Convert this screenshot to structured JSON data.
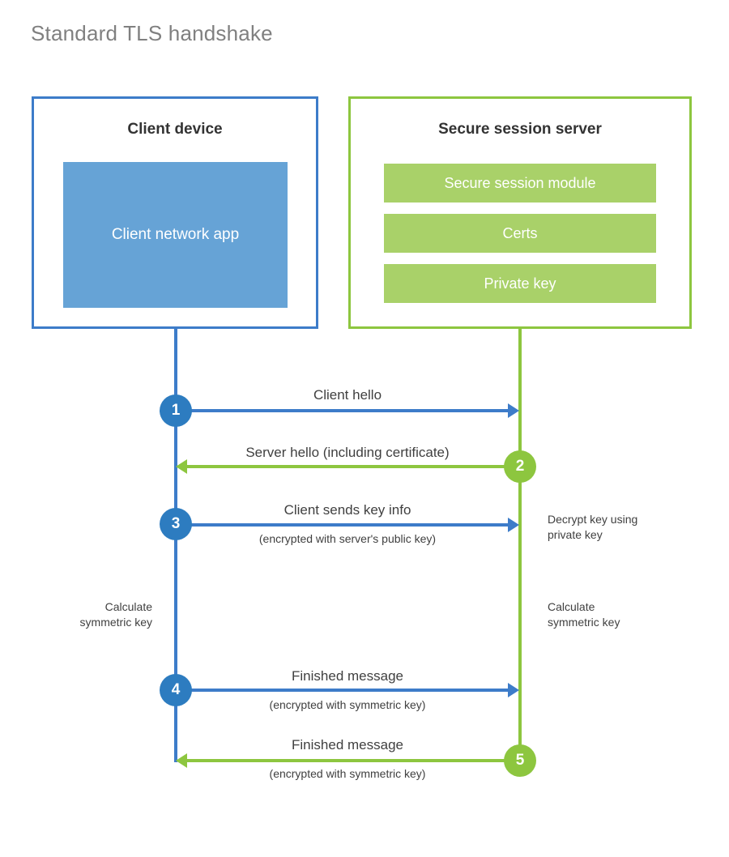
{
  "title": "Standard TLS handshake",
  "colors": {
    "client_blue": "#3d7cc9",
    "client_app_fill": "#66a3d6",
    "badge_blue": "#2d7cc0",
    "server_green": "#8dc63f",
    "server_bar_fill": "#a9d169",
    "text_dark": "#333333",
    "text_body": "#404040",
    "title_gray": "#808080",
    "background": "#ffffff"
  },
  "client": {
    "title": "Client device",
    "app_label": "Client network app"
  },
  "server": {
    "title": "Secure session server",
    "bars": [
      {
        "label": "Secure session module"
      },
      {
        "label": "Certs"
      },
      {
        "label": "Private key"
      }
    ]
  },
  "steps": [
    {
      "number": "1",
      "label": "Client hello",
      "sublabel": "",
      "direction": "client-to-server",
      "color": "blue"
    },
    {
      "number": "2",
      "label": "Server hello (including certificate)",
      "sublabel": "",
      "direction": "server-to-client",
      "color": "green"
    },
    {
      "number": "3",
      "label": "Client sends key info",
      "sublabel": "(encrypted with server's public key)",
      "direction": "client-to-server",
      "color": "blue"
    },
    {
      "number": "4",
      "label": "Finished message",
      "sublabel": "(encrypted with symmetric key)",
      "direction": "client-to-server",
      "color": "blue"
    },
    {
      "number": "5",
      "label": "Finished message",
      "sublabel": "(encrypted with symmetric key)",
      "direction": "server-to-client",
      "color": "green"
    }
  ],
  "annotations": {
    "server_decrypt": "Decrypt key using\nprivate key",
    "client_calculate": "Calculate\nsymmetric key",
    "server_calculate": "Calculate\nsymmetric key"
  }
}
